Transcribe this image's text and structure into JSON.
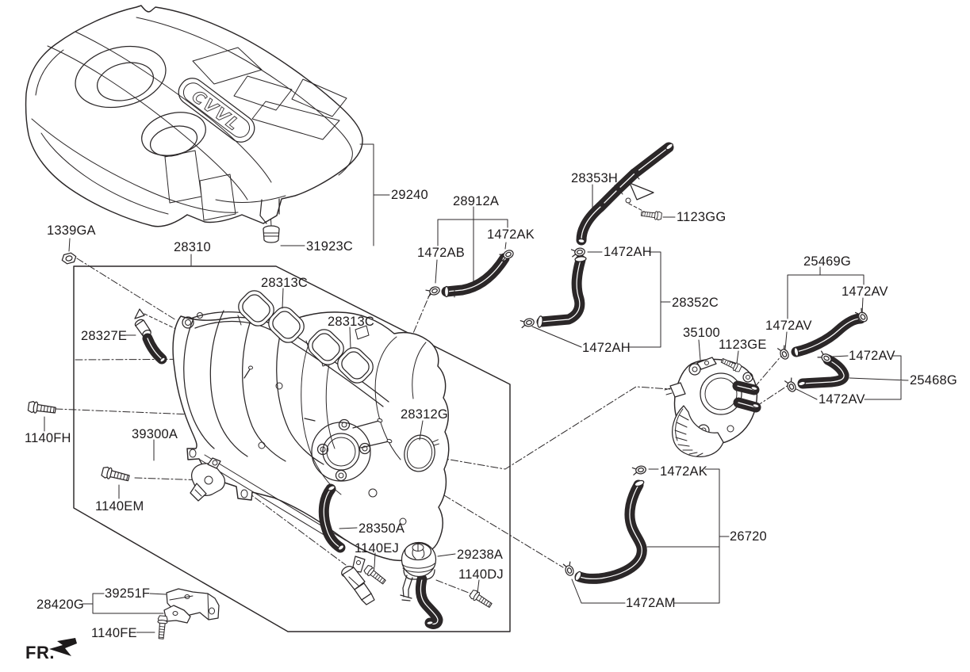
{
  "diagram": {
    "type": "vehicle-parts-diagram",
    "subject": "intake manifold and engine cover",
    "badge_text": "CVVL",
    "front_marker": "FR.",
    "colors": {
      "line": "#2b2728",
      "text": "#1d1a1b",
      "background": "#ffffff"
    }
  },
  "labels": [
    {
      "id": "1339GA",
      "text": "1339GA"
    },
    {
      "id": "28310",
      "text": "28310"
    },
    {
      "id": "31923C",
      "text": "31923C"
    },
    {
      "id": "29240",
      "text": "29240"
    },
    {
      "id": "28912A",
      "text": "28912A"
    },
    {
      "id": "1472AB",
      "text": "1472AB"
    },
    {
      "id": "1472AK",
      "text": "1472AK"
    },
    {
      "id": "28353H",
      "text": "28353H"
    },
    {
      "id": "1123GG",
      "text": "1123GG"
    },
    {
      "id": "1472AH",
      "text": "1472AH"
    },
    {
      "id": "28352C",
      "text": "28352C"
    },
    {
      "id": "1472AH-2",
      "text": "1472AH"
    },
    {
      "id": "25469G",
      "text": "25469G"
    },
    {
      "id": "1472AV",
      "text": "1472AV"
    },
    {
      "id": "1472AV-2",
      "text": "1472AV"
    },
    {
      "id": "35100",
      "text": "35100"
    },
    {
      "id": "1123GE",
      "text": "1123GE"
    },
    {
      "id": "1472AV-3",
      "text": "1472AV"
    },
    {
      "id": "25468G",
      "text": "25468G"
    },
    {
      "id": "1472AV-4",
      "text": "1472AV"
    },
    {
      "id": "28313C",
      "text": "28313C"
    },
    {
      "id": "28313C-2",
      "text": "28313C"
    },
    {
      "id": "28327E",
      "text": "28327E"
    },
    {
      "id": "28312G",
      "text": "28312G"
    },
    {
      "id": "1140FH",
      "text": "1140FH"
    },
    {
      "id": "39300A",
      "text": "39300A"
    },
    {
      "id": "1140EM",
      "text": "1140EM"
    },
    {
      "id": "28350A",
      "text": "28350A"
    },
    {
      "id": "1140EJ",
      "text": "1140EJ"
    },
    {
      "id": "29238A",
      "text": "29238A"
    },
    {
      "id": "1140DJ",
      "text": "1140DJ"
    },
    {
      "id": "1472AK-2",
      "text": "1472AK"
    },
    {
      "id": "26720",
      "text": "26720"
    },
    {
      "id": "1472AM",
      "text": "1472AM"
    },
    {
      "id": "39251F",
      "text": "39251F"
    },
    {
      "id": "28420G",
      "text": "28420G"
    },
    {
      "id": "1140FE",
      "text": "1140FE"
    }
  ]
}
